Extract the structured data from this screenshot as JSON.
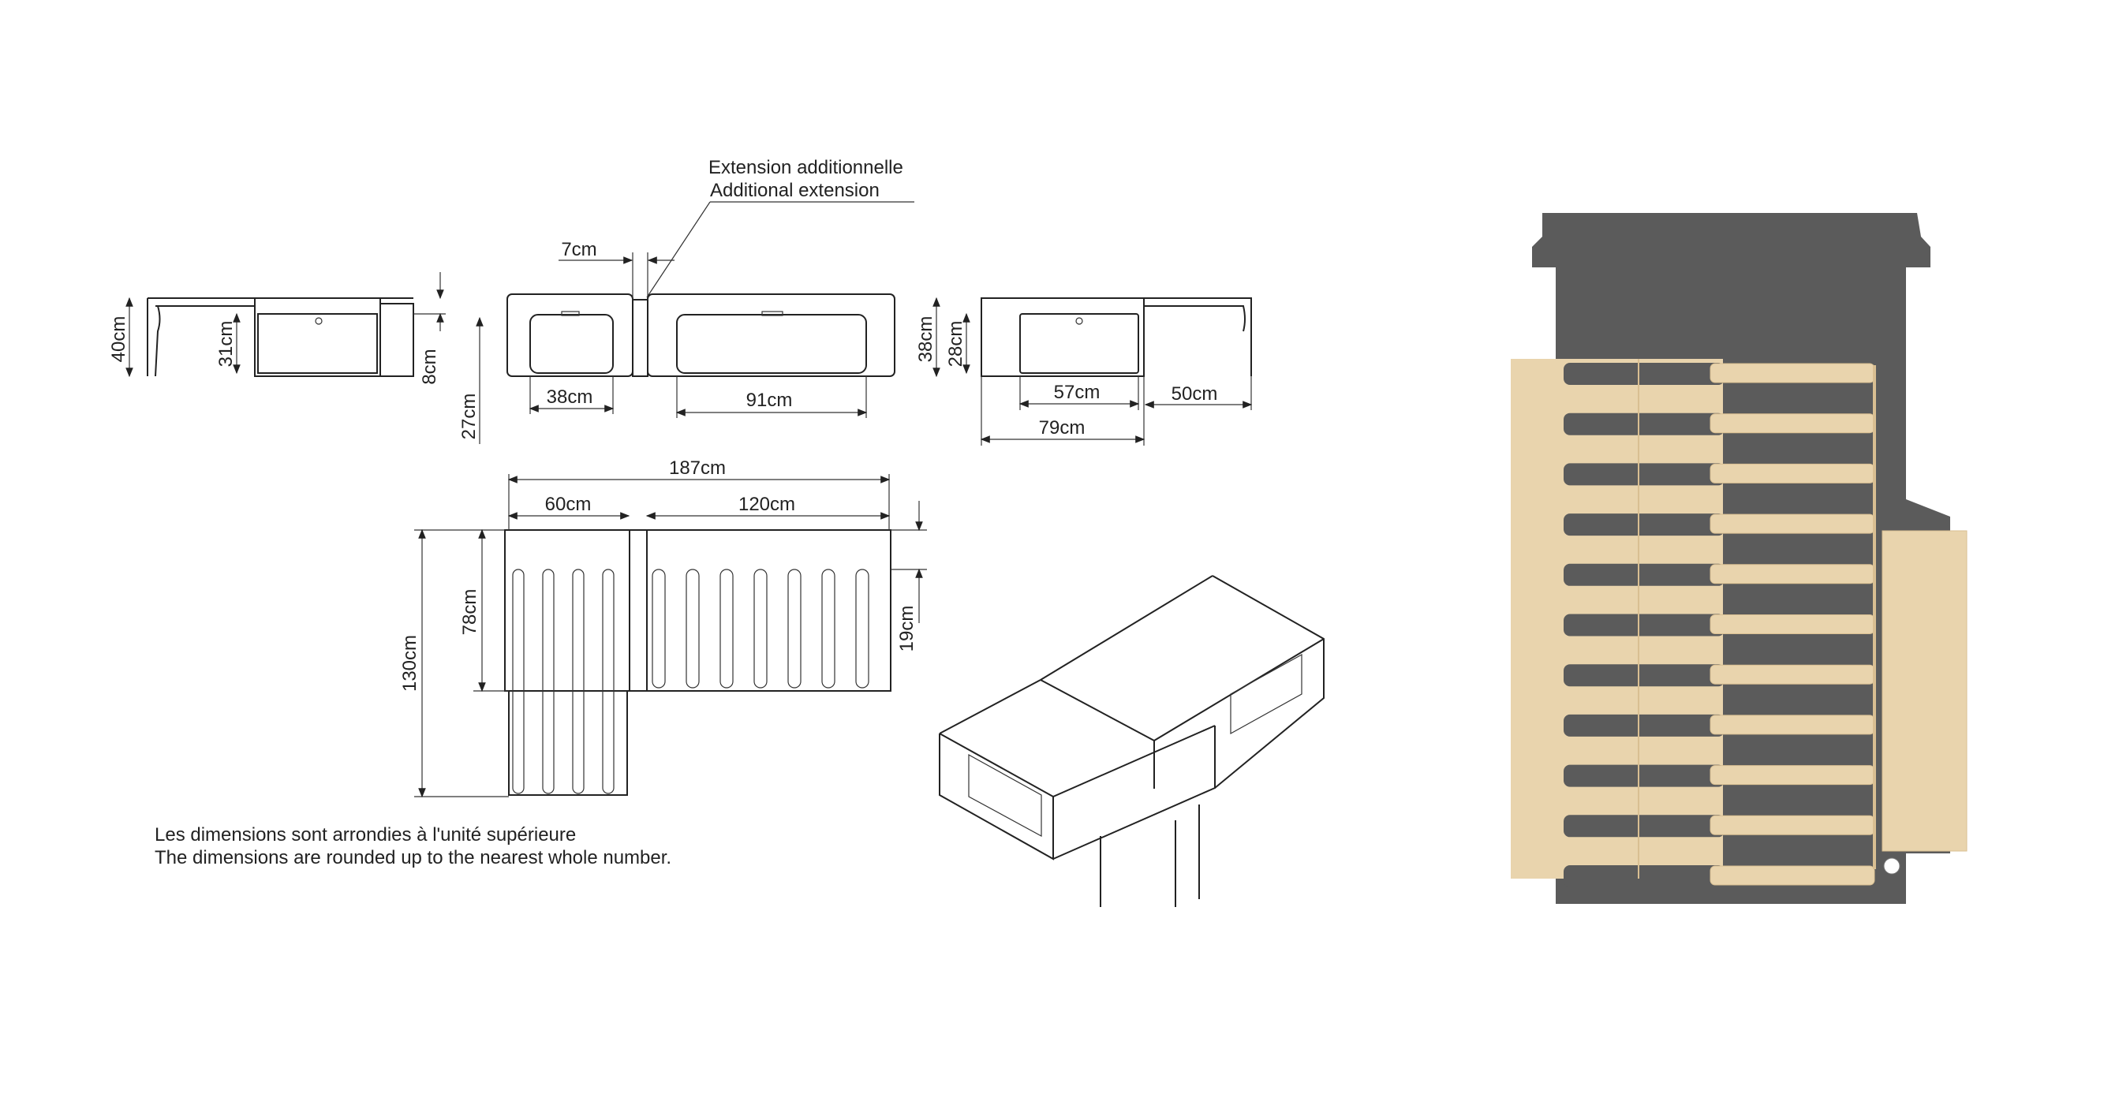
{
  "annotation": {
    "extension_fr": "Extension additionnelle",
    "extension_en": "Additional extension"
  },
  "side_view_left": {
    "height": "40cm",
    "drawer_height": "31cm",
    "gap": "8cm"
  },
  "front_view": {
    "extension_width": "7cm",
    "drawer_small": "38cm",
    "drawer_large": "91cm",
    "clearance": "27cm"
  },
  "side_view_right": {
    "height": "38cm",
    "drawer_height": "28cm",
    "drawer_width": "57cm",
    "extension": "50cm",
    "total": "79cm"
  },
  "plan_view": {
    "total_length": "187cm",
    "left_length": "60cm",
    "right_length": "120cm",
    "total_depth": "130cm",
    "depth": "78cm",
    "offset": "19cm"
  },
  "notes": {
    "fr": "Les dimensions sont arrondies à l'unité supérieure",
    "en": "The dimensions are rounded up to the nearest whole number."
  },
  "colors": {
    "floor": "#5b5b5b",
    "wood": "#e9d4ad",
    "wood_dark": "#d9bf92",
    "line": "#222222"
  },
  "render": {
    "left_slots": 11,
    "right_slats": 11
  }
}
